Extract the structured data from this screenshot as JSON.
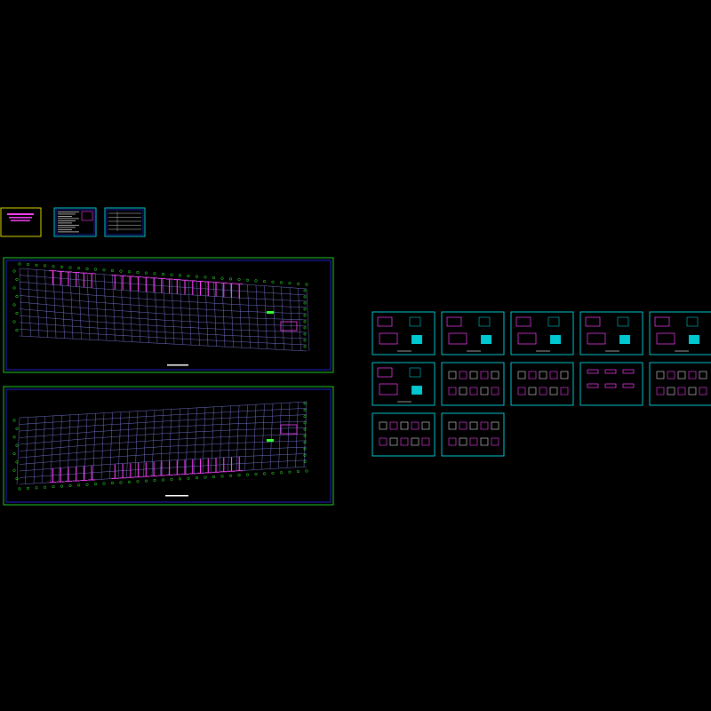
{
  "drawing": {
    "background": "#000000",
    "colors": {
      "frame_cyan": "#00c8d0",
      "frame_green": "#22cc22",
      "frame_blue": "#2828ff",
      "frame_yellow": "#d8d800",
      "grid": "#7070c8",
      "member": "#ff40ff",
      "axis": "#30ff30",
      "text": "#ffffff"
    },
    "cover_sheets": [
      {
        "name": "cover"
      },
      {
        "name": "notes"
      },
      {
        "name": "index"
      }
    ],
    "plans": [
      {
        "name": "plan-upper",
        "title": "",
        "orientation": "descending"
      },
      {
        "name": "plan-lower",
        "title": "",
        "orientation": "ascending"
      }
    ],
    "detail_sheets": [
      {
        "name": "detail-1"
      },
      {
        "name": "detail-2"
      },
      {
        "name": "detail-3"
      },
      {
        "name": "detail-4"
      },
      {
        "name": "detail-5"
      },
      {
        "name": "detail-6"
      },
      {
        "name": "detail-7"
      },
      {
        "name": "detail-8"
      },
      {
        "name": "detail-9"
      },
      {
        "name": "detail-10"
      },
      {
        "name": "detail-11"
      },
      {
        "name": "detail-12"
      }
    ]
  }
}
